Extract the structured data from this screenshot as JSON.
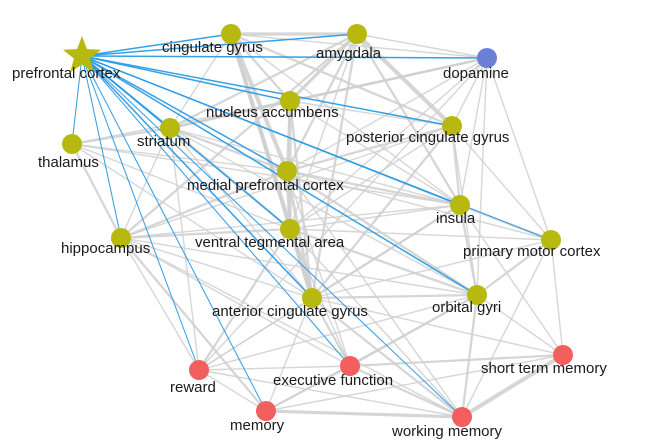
{
  "graph": {
    "colors": {
      "region": "#b8b90f",
      "neurotransmitter": "#6b7fd6",
      "function": "#f25f5c",
      "focus_edge": "#2b9be6",
      "edge": "#cfcfcf"
    },
    "focus_node": "prefrontal cortex",
    "nodes": [
      {
        "id": "prefrontal-cortex",
        "label": "prefrontal cortex",
        "group": "region",
        "shape": "star"
      },
      {
        "id": "cingulate-gyrus",
        "label": "cingulate gyrus",
        "group": "region",
        "shape": "circle"
      },
      {
        "id": "amygdala",
        "label": "amygdala",
        "group": "region",
        "shape": "circle"
      },
      {
        "id": "dopamine",
        "label": "dopamine",
        "group": "neurotransmitter",
        "shape": "circle"
      },
      {
        "id": "nucleus-accumbens",
        "label": "nucleus accumbens",
        "group": "region",
        "shape": "circle"
      },
      {
        "id": "striatum",
        "label": "striatum",
        "group": "region",
        "shape": "circle"
      },
      {
        "id": "posterior-cingulate-gyrus",
        "label": "posterior cingulate gyrus",
        "group": "region",
        "shape": "circle"
      },
      {
        "id": "thalamus",
        "label": "thalamus",
        "group": "region",
        "shape": "circle"
      },
      {
        "id": "medial-prefrontal-cortex",
        "label": "medial prefrontal cortex",
        "group": "region",
        "shape": "circle"
      },
      {
        "id": "insula",
        "label": "insula",
        "group": "region",
        "shape": "circle"
      },
      {
        "id": "hippocampus",
        "label": "hippocampus",
        "group": "region",
        "shape": "circle"
      },
      {
        "id": "ventral-tegmental-area",
        "label": "ventral tegmental area",
        "group": "region",
        "shape": "circle"
      },
      {
        "id": "primary-motor-cortex",
        "label": "primary motor cortex",
        "group": "region",
        "shape": "circle"
      },
      {
        "id": "anterior-cingulate-gyrus",
        "label": "anterior cingulate gyrus",
        "group": "region",
        "shape": "circle"
      },
      {
        "id": "orbital-gyri",
        "label": "orbital gyri",
        "group": "region",
        "shape": "circle"
      },
      {
        "id": "short-term-memory",
        "label": "short term memory",
        "group": "function",
        "shape": "circle"
      },
      {
        "id": "reward",
        "label": "reward",
        "group": "function",
        "shape": "circle"
      },
      {
        "id": "executive-function",
        "label": "executive function",
        "group": "function",
        "shape": "circle"
      },
      {
        "id": "memory",
        "label": "memory",
        "group": "function",
        "shape": "circle"
      },
      {
        "id": "working-memory",
        "label": "working memory",
        "group": "function",
        "shape": "circle"
      }
    ],
    "edges": [
      {
        "source": "prefrontal-cortex",
        "target": "cingulate-gyrus",
        "weight": 2,
        "focus": true
      },
      {
        "source": "prefrontal-cortex",
        "target": "amygdala",
        "weight": 2,
        "focus": true
      },
      {
        "source": "prefrontal-cortex",
        "target": "dopamine",
        "weight": 2,
        "focus": true
      },
      {
        "source": "prefrontal-cortex",
        "target": "nucleus-accumbens",
        "weight": 2,
        "focus": true
      },
      {
        "source": "prefrontal-cortex",
        "target": "striatum",
        "weight": 2,
        "focus": true
      },
      {
        "source": "prefrontal-cortex",
        "target": "posterior-cingulate-gyrus",
        "weight": 2,
        "focus": true
      },
      {
        "source": "prefrontal-cortex",
        "target": "thalamus",
        "weight": 1,
        "focus": true
      },
      {
        "source": "prefrontal-cortex",
        "target": "medial-prefrontal-cortex",
        "weight": 2,
        "focus": true
      },
      {
        "source": "prefrontal-cortex",
        "target": "insula",
        "weight": 2,
        "focus": true
      },
      {
        "source": "prefrontal-cortex",
        "target": "hippocampus",
        "weight": 1,
        "focus": true
      },
      {
        "source": "prefrontal-cortex",
        "target": "ventral-tegmental-area",
        "weight": 2,
        "focus": true
      },
      {
        "source": "prefrontal-cortex",
        "target": "primary-motor-cortex",
        "weight": 1,
        "focus": true
      },
      {
        "source": "prefrontal-cortex",
        "target": "anterior-cingulate-gyrus",
        "weight": 2,
        "focus": true
      },
      {
        "source": "prefrontal-cortex",
        "target": "orbital-gyri",
        "weight": 2,
        "focus": true
      },
      {
        "source": "prefrontal-cortex",
        "target": "reward",
        "weight": 1,
        "focus": true
      },
      {
        "source": "prefrontal-cortex",
        "target": "executive-function",
        "weight": 1,
        "focus": true
      },
      {
        "source": "prefrontal-cortex",
        "target": "memory",
        "weight": 1,
        "focus": true
      },
      {
        "source": "prefrontal-cortex",
        "target": "working-memory",
        "weight": 1,
        "focus": true
      },
      {
        "source": "cingulate-gyrus",
        "target": "amygdala",
        "weight": 3
      },
      {
        "source": "cingulate-gyrus",
        "target": "nucleus-accumbens",
        "weight": 2
      },
      {
        "source": "cingulate-gyrus",
        "target": "medial-prefrontal-cortex",
        "weight": 4
      },
      {
        "source": "cingulate-gyrus",
        "target": "ventral-tegmental-area",
        "weight": 3
      },
      {
        "source": "cingulate-gyrus",
        "target": "anterior-cingulate-gyrus",
        "weight": 4
      },
      {
        "source": "cingulate-gyrus",
        "target": "posterior-cingulate-gyrus",
        "weight": 2
      },
      {
        "source": "cingulate-gyrus",
        "target": "dopamine",
        "weight": 1
      },
      {
        "source": "cingulate-gyrus",
        "target": "striatum",
        "weight": 1
      },
      {
        "source": "cingulate-gyrus",
        "target": "insula",
        "weight": 1
      },
      {
        "source": "amygdala",
        "target": "nucleus-accumbens",
        "weight": 3
      },
      {
        "source": "amygdala",
        "target": "posterior-cingulate-gyrus",
        "weight": 4
      },
      {
        "source": "amygdala",
        "target": "dopamine",
        "weight": 1
      },
      {
        "source": "amygdala",
        "target": "striatum",
        "weight": 2
      },
      {
        "source": "amygdala",
        "target": "hippocampus",
        "weight": 2
      },
      {
        "source": "amygdala",
        "target": "medial-prefrontal-cortex",
        "weight": 2
      },
      {
        "source": "amygdala",
        "target": "insula",
        "weight": 2
      },
      {
        "source": "amygdala",
        "target": "anterior-cingulate-gyrus",
        "weight": 2
      },
      {
        "source": "amygdala",
        "target": "ventral-tegmental-area",
        "weight": 1
      },
      {
        "source": "dopamine",
        "target": "nucleus-accumbens",
        "weight": 2
      },
      {
        "source": "dopamine",
        "target": "posterior-cingulate-gyrus",
        "weight": 1
      },
      {
        "source": "dopamine",
        "target": "striatum",
        "weight": 2
      },
      {
        "source": "dopamine",
        "target": "ventral-tegmental-area",
        "weight": 1
      },
      {
        "source": "dopamine",
        "target": "insula",
        "weight": 1
      },
      {
        "source": "dopamine",
        "target": "primary-motor-cortex",
        "weight": 1
      },
      {
        "source": "dopamine",
        "target": "orbital-gyri",
        "weight": 1
      },
      {
        "source": "dopamine",
        "target": "medial-prefrontal-cortex",
        "weight": 1
      },
      {
        "source": "dopamine",
        "target": "reward",
        "weight": 1
      },
      {
        "source": "nucleus-accumbens",
        "target": "striatum",
        "weight": 3
      },
      {
        "source": "nucleus-accumbens",
        "target": "medial-prefrontal-cortex",
        "weight": 2
      },
      {
        "source": "nucleus-accumbens",
        "target": "ventral-tegmental-area",
        "weight": 3
      },
      {
        "source": "nucleus-accumbens",
        "target": "anterior-cingulate-gyrus",
        "weight": 2
      },
      {
        "source": "nucleus-accumbens",
        "target": "posterior-cingulate-gyrus",
        "weight": 1
      },
      {
        "source": "nucleus-accumbens",
        "target": "insula",
        "weight": 1
      },
      {
        "source": "nucleus-accumbens",
        "target": "thalamus",
        "weight": 1
      },
      {
        "source": "striatum",
        "target": "thalamus",
        "weight": 2
      },
      {
        "source": "striatum",
        "target": "medial-prefrontal-cortex",
        "weight": 2
      },
      {
        "source": "striatum",
        "target": "hippocampus",
        "weight": 1
      },
      {
        "source": "striatum",
        "target": "ventral-tegmental-area",
        "weight": 2
      },
      {
        "source": "striatum",
        "target": "anterior-cingulate-gyrus",
        "weight": 1
      },
      {
        "source": "striatum",
        "target": "insula",
        "weight": 1
      },
      {
        "source": "striatum",
        "target": "orbital-gyri",
        "weight": 1
      },
      {
        "source": "striatum",
        "target": "reward",
        "weight": 1
      },
      {
        "source": "posterior-cingulate-gyrus",
        "target": "medial-prefrontal-cortex",
        "weight": 2
      },
      {
        "source": "posterior-cingulate-gyrus",
        "target": "insula",
        "weight": 2
      },
      {
        "source": "posterior-cingulate-gyrus",
        "target": "anterior-cingulate-gyrus",
        "weight": 2
      },
      {
        "source": "posterior-cingulate-gyrus",
        "target": "ventral-tegmental-area",
        "weight": 1
      },
      {
        "source": "posterior-cingulate-gyrus",
        "target": "primary-motor-cortex",
        "weight": 1
      },
      {
        "source": "posterior-cingulate-gyrus",
        "target": "orbital-gyri",
        "weight": 1
      },
      {
        "source": "posterior-cingulate-gyrus",
        "target": "hippocampus",
        "weight": 1
      },
      {
        "source": "thalamus",
        "target": "hippocampus",
        "weight": 2
      },
      {
        "source": "thalamus",
        "target": "medial-prefrontal-cortex",
        "weight": 1
      },
      {
        "source": "thalamus",
        "target": "ventral-tegmental-area",
        "weight": 1
      },
      {
        "source": "thalamus",
        "target": "anterior-cingulate-gyrus",
        "weight": 1
      },
      {
        "source": "thalamus",
        "target": "insula",
        "weight": 1
      },
      {
        "source": "medial-prefrontal-cortex",
        "target": "ventral-tegmental-area",
        "weight": 3
      },
      {
        "source": "medial-prefrontal-cortex",
        "target": "anterior-cingulate-gyrus",
        "weight": 3
      },
      {
        "source": "medial-prefrontal-cortex",
        "target": "insula",
        "weight": 2
      },
      {
        "source": "medial-prefrontal-cortex",
        "target": "hippocampus",
        "weight": 2
      },
      {
        "source": "medial-prefrontal-cortex",
        "target": "orbital-gyri",
        "weight": 2
      },
      {
        "source": "medial-prefrontal-cortex",
        "target": "primary-motor-cortex",
        "weight": 1
      },
      {
        "source": "medial-prefrontal-cortex",
        "target": "executive-function",
        "weight": 1
      },
      {
        "source": "medial-prefrontal-cortex",
        "target": "working-memory",
        "weight": 1
      },
      {
        "source": "insula",
        "target": "ventral-tegmental-area",
        "weight": 1
      },
      {
        "source": "insula",
        "target": "anterior-cingulate-gyrus",
        "weight": 2
      },
      {
        "source": "insula",
        "target": "orbital-gyri",
        "weight": 2
      },
      {
        "source": "insula",
        "target": "primary-motor-cortex",
        "weight": 2
      },
      {
        "source": "insula",
        "target": "hippocampus",
        "weight": 1
      },
      {
        "source": "insula",
        "target": "short-term-memory",
        "weight": 1
      },
      {
        "source": "insula",
        "target": "reward",
        "weight": 1
      },
      {
        "source": "hippocampus",
        "target": "ventral-tegmental-area",
        "weight": 2
      },
      {
        "source": "hippocampus",
        "target": "anterior-cingulate-gyrus",
        "weight": 1
      },
      {
        "source": "hippocampus",
        "target": "orbital-gyri",
        "weight": 1
      },
      {
        "source": "hippocampus",
        "target": "memory",
        "weight": 2
      },
      {
        "source": "hippocampus",
        "target": "reward",
        "weight": 1
      },
      {
        "source": "hippocampus",
        "target": "working-memory",
        "weight": 1
      },
      {
        "source": "hippocampus",
        "target": "executive-function",
        "weight": 1
      },
      {
        "source": "ventral-tegmental-area",
        "target": "anterior-cingulate-gyrus",
        "weight": 3
      },
      {
        "source": "ventral-tegmental-area",
        "target": "orbital-gyri",
        "weight": 2
      },
      {
        "source": "ventral-tegmental-area",
        "target": "primary-motor-cortex",
        "weight": 1
      },
      {
        "source": "ventral-tegmental-area",
        "target": "reward",
        "weight": 2
      },
      {
        "source": "ventral-tegmental-area",
        "target": "executive-function",
        "weight": 1
      },
      {
        "source": "ventral-tegmental-area",
        "target": "working-memory",
        "weight": 1
      },
      {
        "source": "primary-motor-cortex",
        "target": "orbital-gyri",
        "weight": 2
      },
      {
        "source": "primary-motor-cortex",
        "target": "short-term-memory",
        "weight": 1
      },
      {
        "source": "primary-motor-cortex",
        "target": "working-memory",
        "weight": 1
      },
      {
        "source": "primary-motor-cortex",
        "target": "anterior-cingulate-gyrus",
        "weight": 1
      },
      {
        "source": "anterior-cingulate-gyrus",
        "target": "orbital-gyri",
        "weight": 2
      },
      {
        "source": "anterior-cingulate-gyrus",
        "target": "executive-function",
        "weight": 2
      },
      {
        "source": "anterior-cingulate-gyrus",
        "target": "reward",
        "weight": 1
      },
      {
        "source": "anterior-cingulate-gyrus",
        "target": "memory",
        "weight": 1
      },
      {
        "source": "anterior-cingulate-gyrus",
        "target": "working-memory",
        "weight": 2
      },
      {
        "source": "anterior-cingulate-gyrus",
        "target": "short-term-memory",
        "weight": 1
      },
      {
        "source": "orbital-gyri",
        "target": "executive-function",
        "weight": 2
      },
      {
        "source": "orbital-gyri",
        "target": "short-term-memory",
        "weight": 1
      },
      {
        "source": "orbital-gyri",
        "target": "working-memory",
        "weight": 2
      },
      {
        "source": "orbital-gyri",
        "target": "reward",
        "weight": 1
      },
      {
        "source": "orbital-gyri",
        "target": "memory",
        "weight": 1
      },
      {
        "source": "executive-function",
        "target": "working-memory",
        "weight": 2
      },
      {
        "source": "executive-function",
        "target": "short-term-memory",
        "weight": 2
      },
      {
        "source": "executive-function",
        "target": "memory",
        "weight": 2
      },
      {
        "source": "executive-function",
        "target": "reward",
        "weight": 1
      },
      {
        "source": "short-term-memory",
        "target": "working-memory",
        "weight": 4
      },
      {
        "source": "memory",
        "target": "working-memory",
        "weight": 3
      },
      {
        "source": "memory",
        "target": "reward",
        "weight": 1
      },
      {
        "source": "memory",
        "target": "short-term-memory",
        "weight": 1
      },
      {
        "source": "reward",
        "target": "working-memory",
        "weight": 1
      }
    ]
  }
}
